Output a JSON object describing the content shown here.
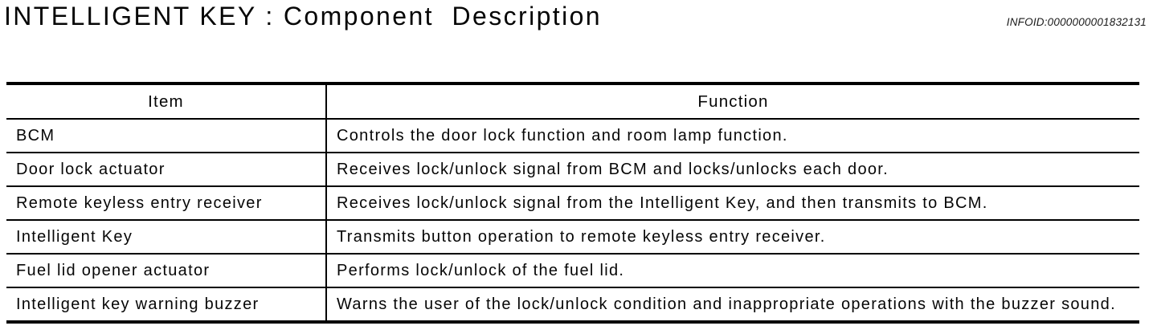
{
  "page": {
    "title": "INTELLIGENT KEY : Component  Description",
    "infoid": "INFOID:0000000001832131"
  },
  "colors": {
    "background": "#ffffff",
    "text": "#000000",
    "table_border": "#000000"
  },
  "table": {
    "headers": [
      "Item",
      "Function"
    ],
    "rows": [
      {
        "item": "BCM",
        "function": "Controls the door lock function and room lamp function."
      },
      {
        "item": "Door lock actuator",
        "function": "Receives lock/unlock signal from BCM and locks/unlocks each door."
      },
      {
        "item": "Remote keyless entry receiver",
        "function": "Receives lock/unlock signal from the Intelligent Key, and then transmits to BCM."
      },
      {
        "item": "Intelligent Key",
        "function": "Transmits button operation to remote keyless entry receiver."
      },
      {
        "item": "Fuel lid opener actuator",
        "function": "Performs lock/unlock of the fuel lid."
      },
      {
        "item": "Intelligent key warning buzzer",
        "function": "Warns the user of the lock/unlock condition and inappropriate operations with the buzzer sound."
      }
    ]
  }
}
